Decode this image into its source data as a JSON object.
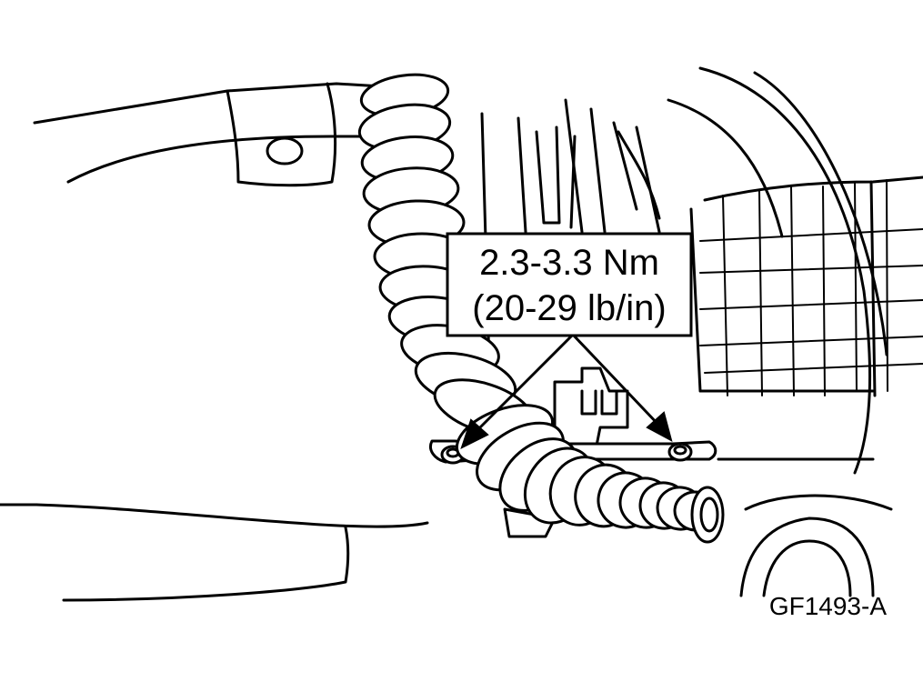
{
  "callout": {
    "line1": "2.3-3.3 Nm",
    "line2": "(20-29 lb/in)"
  },
  "figure_id": "GF1493-A"
}
